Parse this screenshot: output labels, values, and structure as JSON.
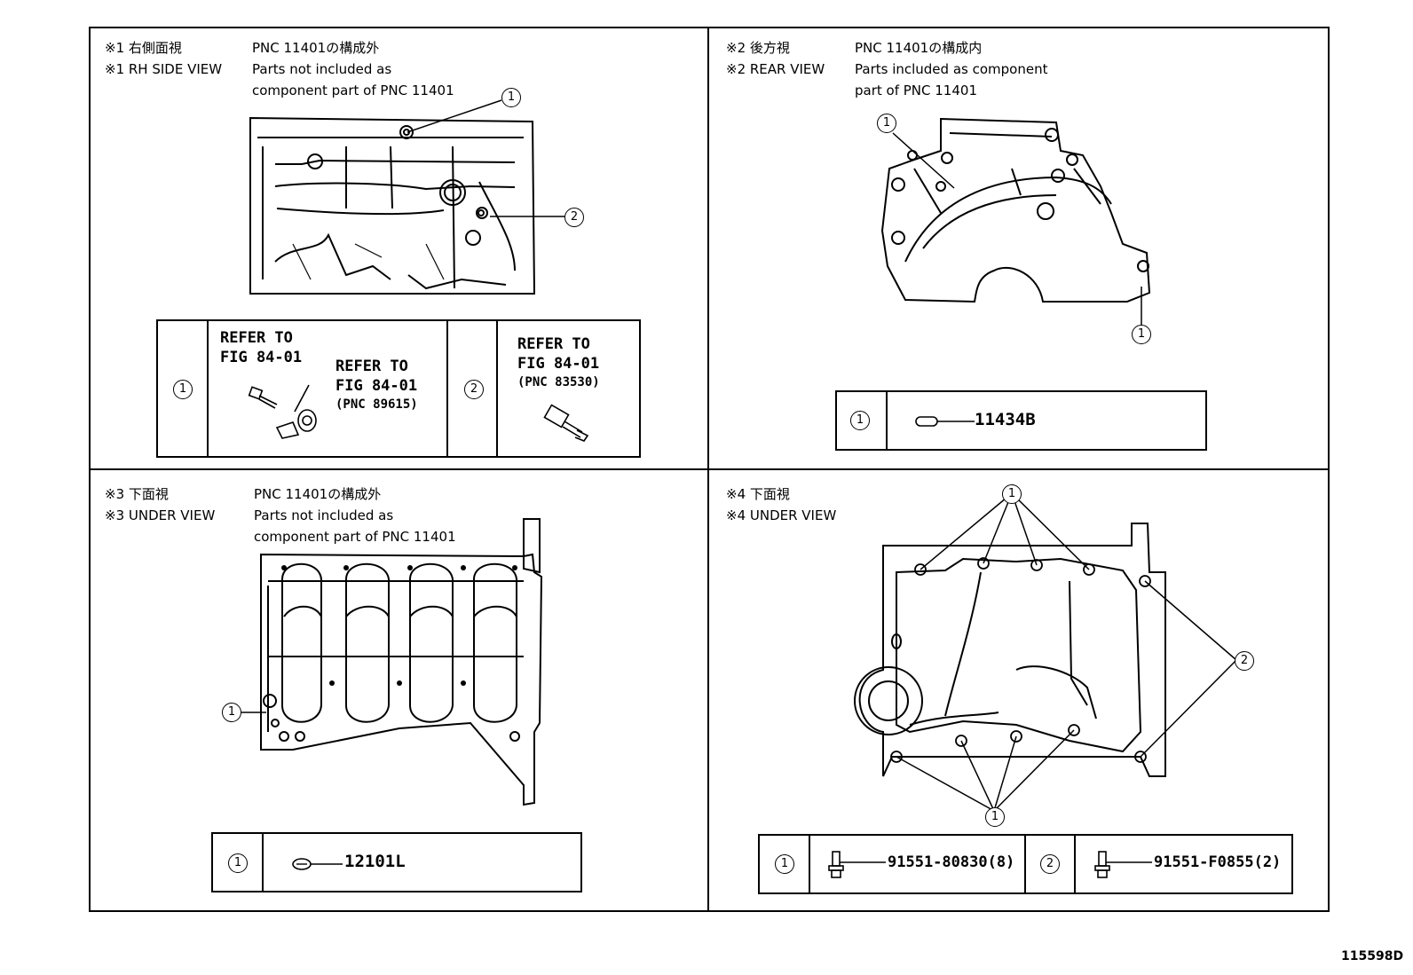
{
  "panels": {
    "p1": {
      "title_jp": "※1 右側面視",
      "title_en": "※1 RH SIDE VIEW",
      "note_jp": "PNC 11401の構成外",
      "note_en_1": "Parts not included as",
      "note_en_2": "component part of PNC 11401",
      "callouts": [
        "1",
        "2"
      ],
      "table": {
        "c1": "1",
        "ref_a_1": "REFER TO",
        "ref_a_2": "FIG 84-01",
        "ref_b_1": "REFER TO",
        "ref_b_2": "FIG 84-01",
        "ref_b_3": "(PNC 89615)",
        "c2": "2",
        "ref_c_1": "REFER TO",
        "ref_c_2": "FIG 84-01",
        "ref_c_3": "(PNC 83530)"
      }
    },
    "p2": {
      "title_jp": "※2 後方視",
      "title_en": "※2 REAR VIEW",
      "note_jp": "PNC 11401の構成内",
      "note_en_1": "Parts included as component",
      "note_en_2": "part of PNC 11401",
      "callouts": [
        "1",
        "1"
      ],
      "table": {
        "c1": "1",
        "part": "11434B"
      }
    },
    "p3": {
      "title_jp": "※3 下面視",
      "title_en": "※3 UNDER VIEW",
      "note_jp": "PNC 11401の構成外",
      "note_en_1": "Parts not included as",
      "note_en_2": "component part of PNC 11401",
      "callouts": [
        "1"
      ],
      "table": {
        "c1": "1",
        "part": "12101L"
      }
    },
    "p4": {
      "title_jp": "※4 下面視",
      "title_en": "※4 UNDER VIEW",
      "callouts": [
        "1",
        "2",
        "1"
      ],
      "table": {
        "c1": "1",
        "part1": "91551-80830(8)",
        "c2": "2",
        "part2": "91551-F0855(2)"
      }
    }
  },
  "figure_id": "115598D"
}
